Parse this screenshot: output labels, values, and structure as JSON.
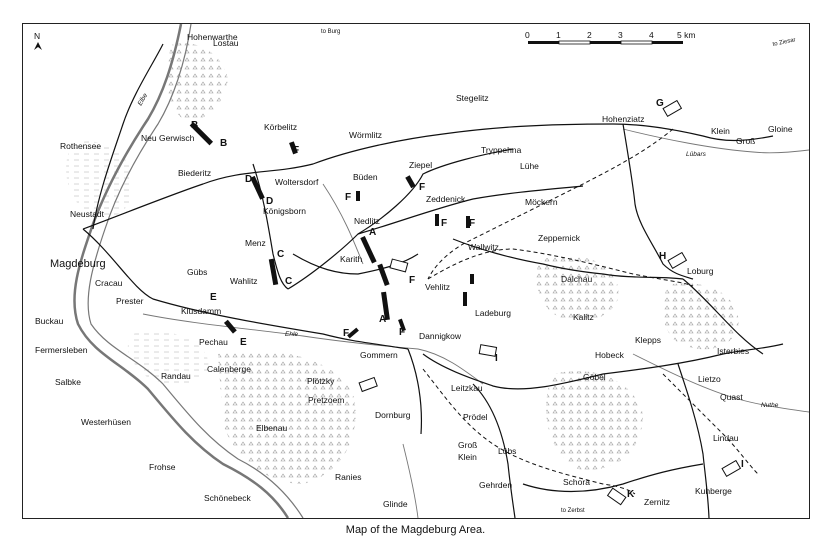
{
  "caption": "Map of the Magdeburg Area.",
  "north": "N",
  "scale": {
    "ticks": [
      "0",
      "1",
      "2",
      "3",
      "4"
    ],
    "end_label": "5 km"
  },
  "river_labels": {
    "elbe": "Elbe",
    "ehle": "Ehle",
    "nuthe": "Nuthe",
    "lubars": "Lübars"
  },
  "road_labels": {
    "to_burg": "to Burg",
    "to_ziesar": "to Ziesar",
    "to_zerbst": "to Zerbst"
  },
  "places": {
    "hohenwarthe": "Hohenwarthe",
    "lostau": "Lostau",
    "rothensee": "Rothensee",
    "neu_gerwisch": "Neu Gerwisch",
    "biederitz": "Biederitz",
    "korbelitz": "Körbelitz",
    "wormlitz": "Wörmlitz",
    "stegelitz": "Stegelitz",
    "hohenziatz": "Hohenziatz",
    "klein": "Klein",
    "gross": "Groß",
    "gloine": "Gloine",
    "tryppehna": "Tryppehna",
    "luhe": "Lühe",
    "ziepel": "Ziepel",
    "woltersdorf": "Woltersdorf",
    "buden": "Büden",
    "neustadt": "Neustadt",
    "konigsborn": "Königsborn",
    "zeddenick": "Zeddenick",
    "mockern": "Möckern",
    "nedlitz": "Nedlitz",
    "menz": "Menz",
    "magdeburg": "Magdeburg",
    "wallwitz": "Wallwitz",
    "zeppernick": "Zeppernick",
    "karith": "Karith",
    "gubs": "Gübs",
    "wahlitz": "Wahlitz",
    "cracau": "Cracau",
    "dalchau": "Dalchau",
    "loburg": "Loburg",
    "vehlitz": "Vehlitz",
    "prester": "Prester",
    "klusdamm": "Klusdamm",
    "kalitz": "Kalitz",
    "buckau": "Buckau",
    "ladeburg": "Ladeburg",
    "dannigkow": "Dannigkow",
    "pechau": "Pechau",
    "fermersleben": "Fermersleben",
    "gommern": "Gommern",
    "klepps": "Klepps",
    "hobeck": "Hobeck",
    "isterbies": "Isterbies",
    "calenberge": "Calenberge",
    "randau": "Randau",
    "salbke": "Salbke",
    "plotzky": "Plötzky",
    "gobel": "Göbel",
    "lietzo": "Lietzo",
    "leitzkau": "Leitzkau",
    "westerhusen": "Westerhüsen",
    "pretzoem": "Pretzoem",
    "quast": "Quast",
    "dornburg": "Dornburg",
    "prodel": "Prödel",
    "elbenau": "Elbenau",
    "lindau": "Lindau",
    "gross_klein_1": "Groß",
    "gross_klein_2": "Klein",
    "lubs": "Lübs",
    "frohse": "Frohse",
    "ranies": "Ranies",
    "schora": "Schora",
    "gehrden": "Gehrden",
    "zernitz": "Zernitz",
    "kuhberge": "Kuhberge",
    "schonebeck": "Schönebeck",
    "glinde": "Glinde"
  },
  "units": {
    "A": "A",
    "B": "B",
    "C": "C",
    "D": "D",
    "E": "E",
    "F": "F",
    "G": "G",
    "H": "H",
    "I": "I",
    "K": "K"
  },
  "colors": {
    "ink": "#111111",
    "river": "#777777",
    "forest": "#9a9a9a",
    "hatch": "#bbbbbb"
  }
}
